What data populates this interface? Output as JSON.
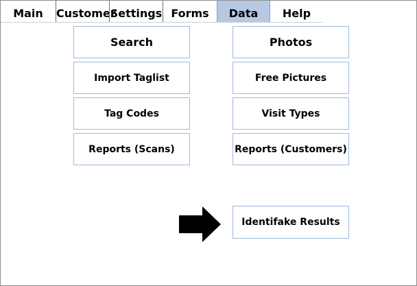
{
  "menu": {
    "tabs": [
      {
        "label": "Main"
      },
      {
        "label": "Customer"
      },
      {
        "label": "Settings"
      },
      {
        "label": "Forms"
      },
      {
        "label": "Data"
      },
      {
        "label": "Help"
      }
    ],
    "active_tab": "Data"
  },
  "buttons": {
    "search": "Search",
    "import_taglist": "Import Taglist",
    "tag_codes": "Tag Codes",
    "reports_scans": "Reports (Scans)",
    "photos": "Photos",
    "free_pictures": "Free Pictures",
    "visit_types": "Visit Types",
    "reports_customers": "Reports (Customers)",
    "identifake_results": "Identifake Results"
  },
  "colors": {
    "active_tab_bg": "#b6c8e2",
    "button_border": "#9fb9de",
    "arrow": "#000000"
  },
  "icons": {
    "pointer_arrow": "right-arrow-icon"
  }
}
